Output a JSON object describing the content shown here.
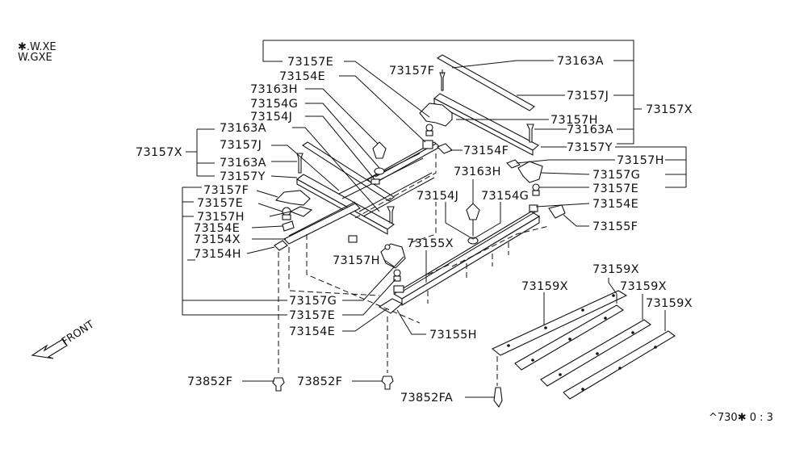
{
  "notes": {
    "variant_line1": "✱.W.XE",
    "variant_line2": "W.GXE",
    "front_label": "FRONT",
    "diagram_code": "^730✱ 0 : 3"
  },
  "labels": {
    "l73157E_top": "73157E",
    "l73154E_top": "73154E",
    "l73163H_left": "73163H",
    "l73154G_left": "73154G",
    "l73154J_left": "73154J",
    "l73163A_left1": "73163A",
    "l73157J_left": "73157J",
    "l73157X_left": "73157X",
    "l73163A_left2": "73163A",
    "l73157Y_left": "73157Y",
    "l73157F_left": "73157F",
    "l73157E_left": "73157E",
    "l73157H_left": "73157H",
    "l73154E_left": "73154E",
    "l73154X_left": "73154X",
    "l73154H_left": "73154H",
    "l73157H_mid": "73157H",
    "l73157G_left": "73157G",
    "l73157E_left2": "73157E",
    "l73154E_left2": "73154E",
    "l73155H": "73155H",
    "l73155X": "73155X",
    "l73157F_top": "73157F",
    "l73163A_right1": "73163A",
    "l73157J_right": "73157J",
    "l73157X_right": "73157X",
    "l73157H_right1": "73157H",
    "l73163A_right2": "73163A",
    "l73157Y_right": "73157Y",
    "l73154F": "73154F",
    "l73157H_right2": "73157H",
    "l73163H_right": "73163H",
    "l73157G_right": "73157G",
    "l73157E_right": "73157E",
    "l73154J_right": "73154J",
    "l73154G_right": "73154G",
    "l73154E_right": "73154E",
    "l73155F": "73155F",
    "l73159X_1": "73159X",
    "l73159X_2": "73159X",
    "l73159X_3": "73159X",
    "l73159X_4": "73159X",
    "l73852F_1": "73852F",
    "l73852F_2": "73852F",
    "l73852FA": "73852FA"
  }
}
